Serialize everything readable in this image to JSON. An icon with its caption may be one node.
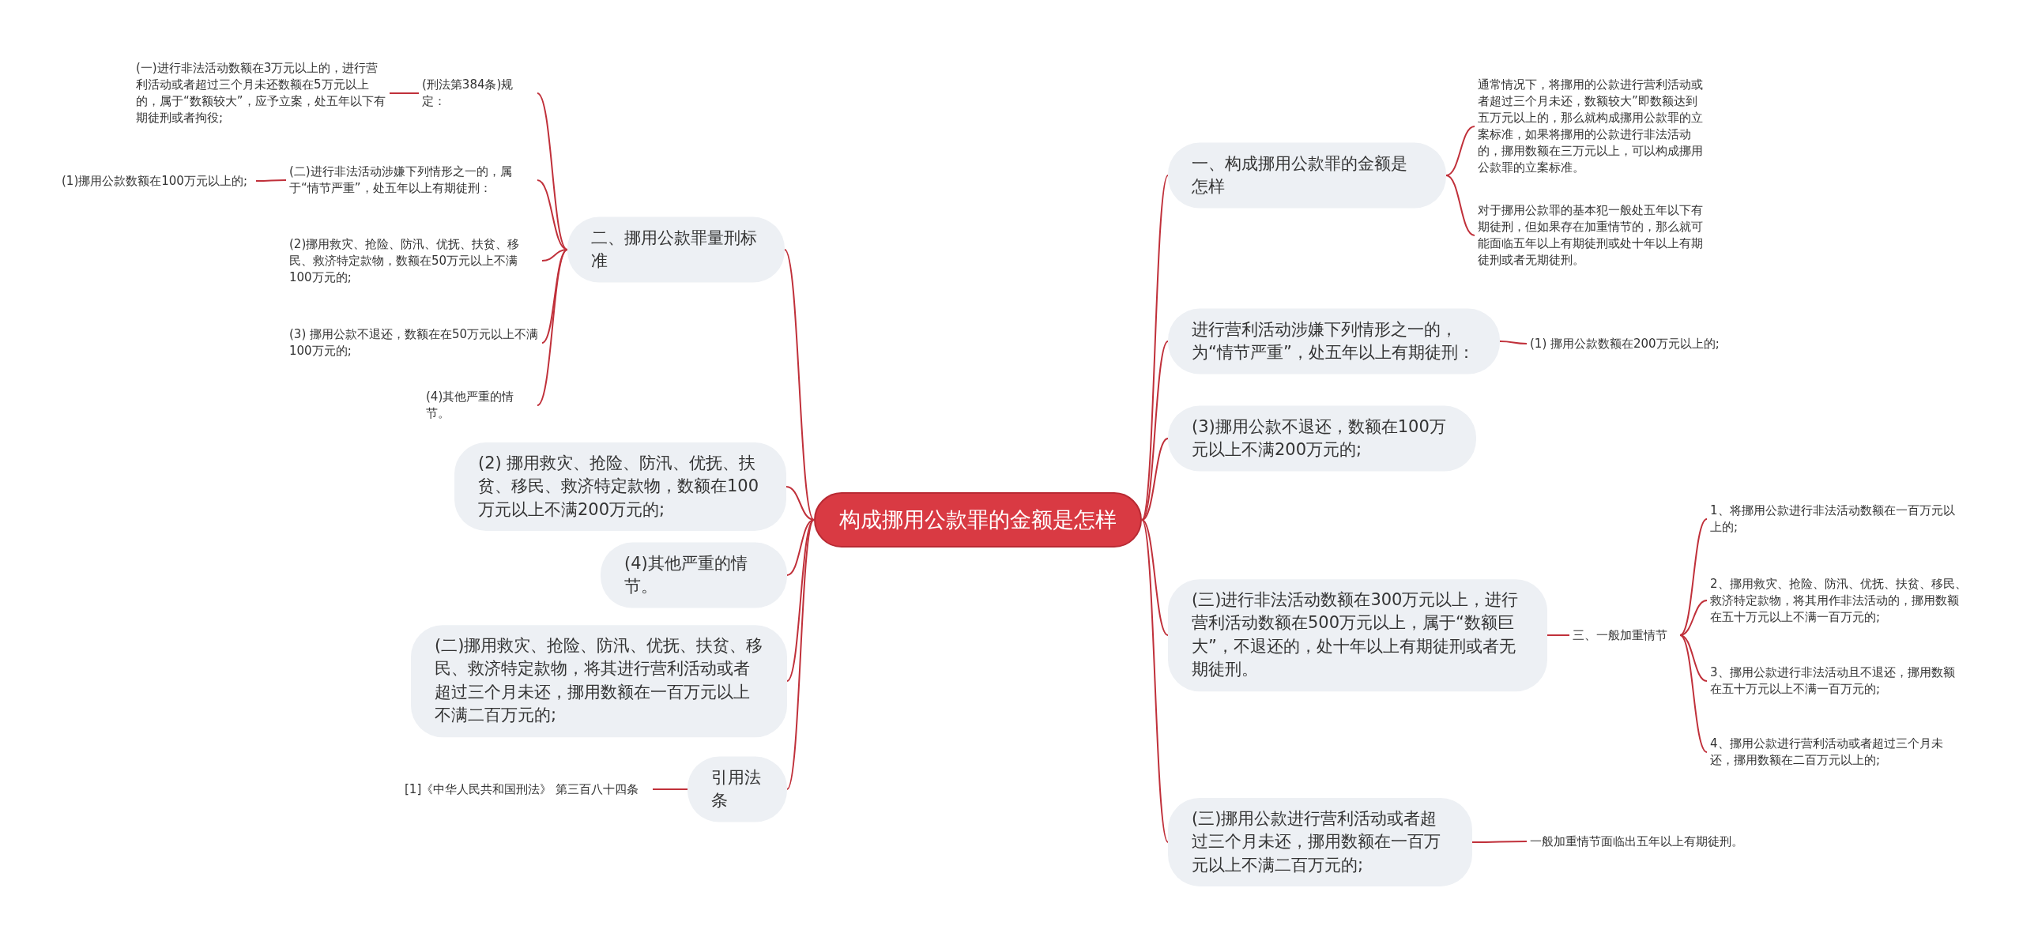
{
  "diagram": {
    "nodes": [
      {
        "text": [
          "构成挪用公款罪的金额是怎样"
        ]
      },
      {
        "text": [
          "一、构成挪用公款罪的金额是怎样"
        ]
      },
      {
        "text": [
          "通常情况下，将挪用的公款进行营利活动或者超过三个月未还，数额较大”即数额达到五万元以上的，那么就构成挪用公款罪的立案标准，如果将挪用的公款进行非法活动的，挪用数额在三万元以上，可以构成挪用公款罪的立案标准。"
        ]
      },
      {
        "text": [
          "对于挪用公款罪的基本犯一般处五年以下有期徒刑，但如果存在加重情节的，那么就可能面临五年以上有期徒刑或处十年以上有期徒刑或者无期徒刑。"
        ]
      },
      {
        "text": [
          "进行营利活动涉嫌下列情形之一的，为“情节严重”，处五年以上有期徒刑："
        ]
      },
      {
        "text": [
          "(1) 挪用公款数额在200万元以上的;"
        ]
      },
      {
        "text": [
          "(3)挪用公款不退还，数额在100万元以上不满200万元的;"
        ]
      },
      {
        "text": [
          "(三)进行非法活动数额在300万元以上，进行营利活动数额在500万元以上，属于“数额巨大”，不退还的，处十年以上有期徒刑或者无期徒刑。"
        ]
      },
      {
        "text": [
          "三、一般加重情节"
        ]
      },
      {
        "text": [
          "1、将挪用公款进行非法活动数额在一百万元以上的;"
        ]
      },
      {
        "text": [
          "2、挪用救灾、抢险、防汛、优抚、扶贫、移民、救济特定款物，将其用作非法活动的，挪用数额在五十万元以上不满一百万元的;"
        ]
      },
      {
        "text": [
          "3、挪用公款进行非法活动且不退还，挪用数额在五十万元以上不满一百万元的;"
        ]
      },
      {
        "text": [
          "4、挪用公款进行营利活动或者超过三个月未还，挪用数额在二百万元以上的;"
        ]
      },
      {
        "text": [
          "(三)挪用公款进行营利活动或者超过三个月未还，挪用数额在一百万元以上不满二百万元的;"
        ]
      },
      {
        "text": [
          "一般加重情节面临出五年以上有期徒刑。"
        ]
      },
      {
        "text": [
          "二、挪用公款罪量刑标准"
        ]
      },
      {
        "text": [
          "(刑法第384条)规定："
        ]
      },
      {
        "text": [
          "(一)进行非法活动数额在3万元以上的，进行营利活动或者超过三个月未还数额在5万元以上的，属于“数额较大”，应予立案，处五年以下有期徒刑或者拘役;"
        ]
      },
      {
        "text": [
          "(二)进行非法活动涉嫌下列情形之一的，属于“情节严重”，处五年以上有期徒刑："
        ]
      },
      {
        "text": [
          "(1)挪用公款数额在100万元以上的;"
        ]
      },
      {
        "text": [
          "(2)挪用救灾、抢险、防汛、优抚、扶贫、移民、救济特定款物，数额在50万元以上不满100万元的;"
        ]
      },
      {
        "text": [
          "(3) 挪用公款不退还，数额在在50万元以上不满100万元的;"
        ]
      },
      {
        "text": [
          "(4)其他严重的情节。"
        ]
      },
      {
        "text": [
          "(2) 挪用救灾、抢险、防汛、优抚、扶贫、移民、救济特定款物，数额在100万元以上不满200万元的;"
        ]
      },
      {
        "text": [
          "(4)其他严重的情节。"
        ]
      },
      {
        "text": [
          "(二)挪用救灾、抢险、防汛、优抚、扶贫、移民、救济特定款物，将其进行营利活动或者超过三个月未还，挪用数额在一百万元以上不满二百万元的;"
        ]
      },
      {
        "text": [
          "引用法条"
        ]
      },
      {
        "text": [
          "[1]《中华人民共和国刑法》 第三百八十四条"
        ]
      }
    ],
    "edges": [
      {
        "from": 0,
        "to": 1,
        "arrow": "none"
      },
      {
        "from": 1,
        "to": 2,
        "arrow": "none"
      },
      {
        "from": 1,
        "to": 3,
        "arrow": "none"
      },
      {
        "from": 0,
        "to": 4,
        "arrow": "none"
      },
      {
        "from": 4,
        "to": 5,
        "arrow": "none"
      },
      {
        "from": 0,
        "to": 6,
        "arrow": "none"
      },
      {
        "from": 0,
        "to": 7,
        "arrow": "none"
      },
      {
        "from": 7,
        "to": 8,
        "arrow": "none"
      },
      {
        "from": 8,
        "to": 9,
        "arrow": "none"
      },
      {
        "from": 8,
        "to": 10,
        "arrow": "none"
      },
      {
        "from": 8,
        "to": 11,
        "arrow": "none"
      },
      {
        "from": 8,
        "to": 12,
        "arrow": "none"
      },
      {
        "from": 0,
        "to": 13,
        "arrow": "none"
      },
      {
        "from": 13,
        "to": 14,
        "arrow": "none"
      },
      {
        "from": 0,
        "to": 15,
        "arrow": "none"
      },
      {
        "from": 15,
        "to": 16,
        "arrow": "none"
      },
      {
        "from": 16,
        "to": 17,
        "arrow": "none"
      },
      {
        "from": 15,
        "to": 18,
        "arrow": "none"
      },
      {
        "from": 18,
        "to": 19,
        "arrow": "none"
      },
      {
        "from": 15,
        "to": 20,
        "arrow": "none"
      },
      {
        "from": 15,
        "to": 21,
        "arrow": "none"
      },
      {
        "from": 15,
        "to": 22,
        "arrow": "none"
      },
      {
        "from": 0,
        "to": 23,
        "arrow": "none"
      },
      {
        "from": 0,
        "to": 24,
        "arrow": "none"
      },
      {
        "from": 0,
        "to": 25,
        "arrow": "none"
      },
      {
        "from": 0,
        "to": 26,
        "arrow": "none"
      },
      {
        "from": 26,
        "to": 27,
        "arrow": "none"
      }
    ]
  }
}
